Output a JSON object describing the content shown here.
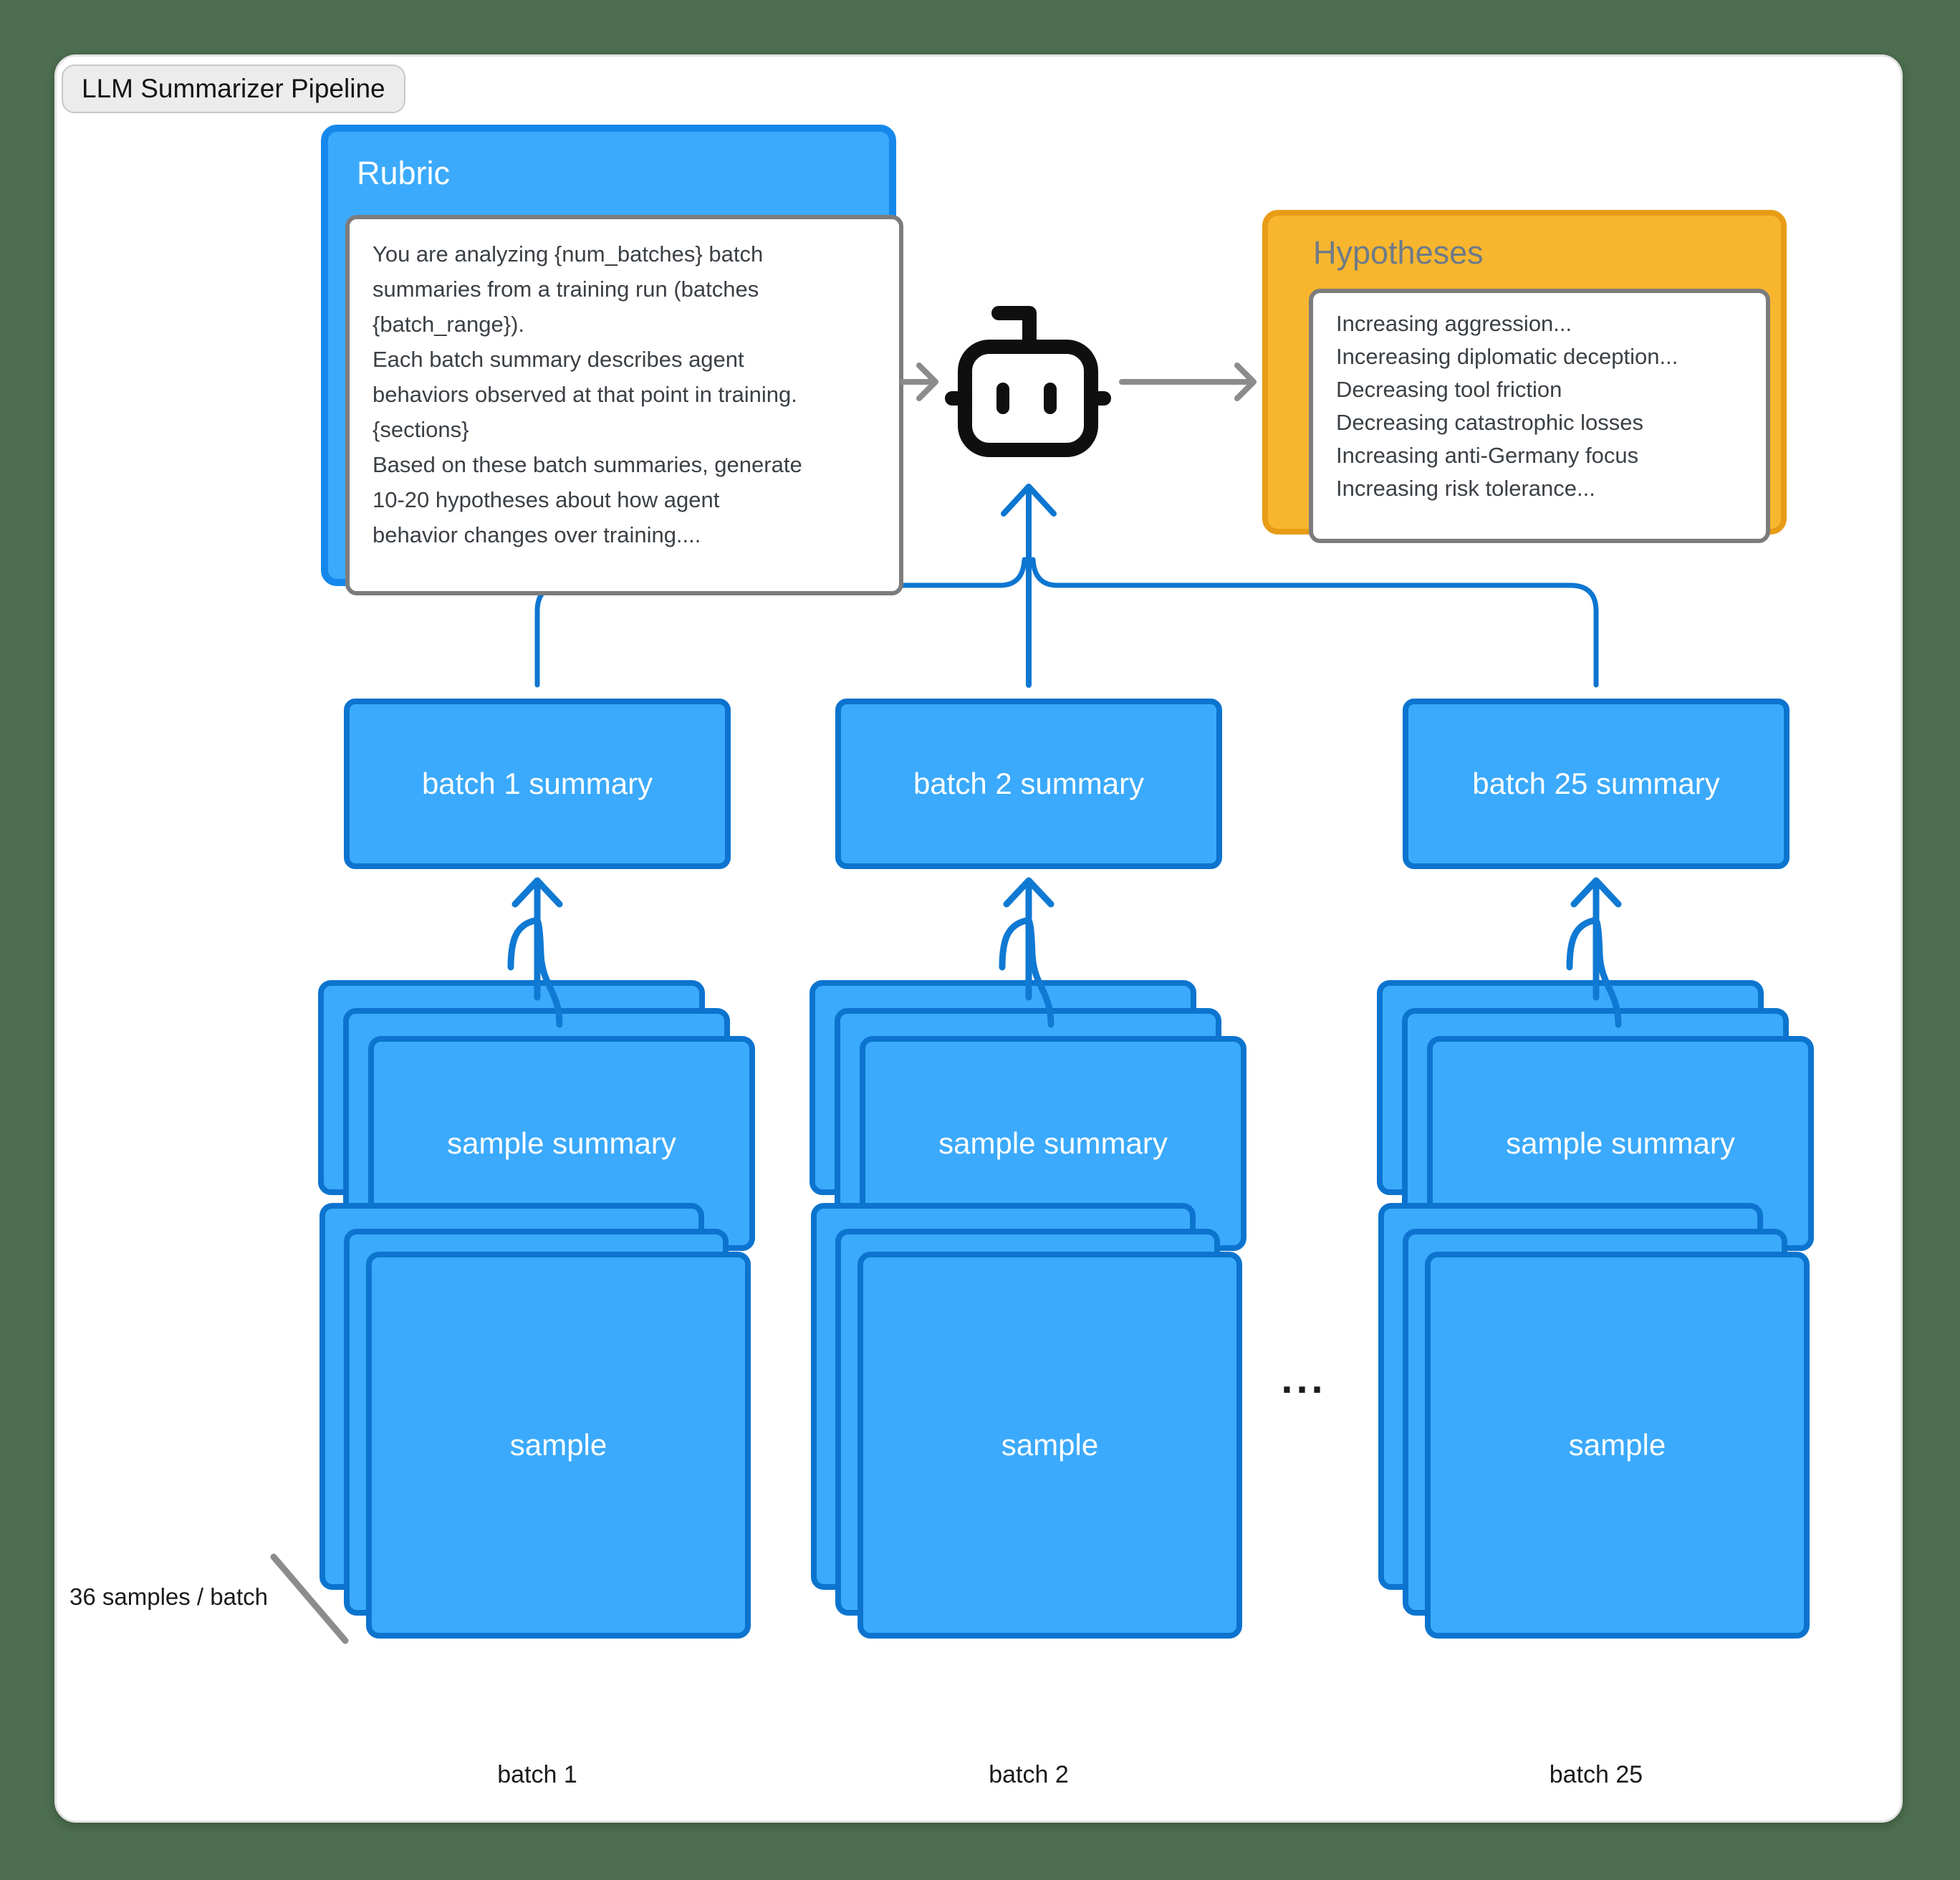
{
  "badge": {
    "label": "LLM Summarizer Pipeline"
  },
  "rubric": {
    "title": "Rubric",
    "lines": [
      "You are analyzing {num_batches} batch",
      "summaries from a training run (batches",
      "{batch_range}).",
      "Each batch summary describes agent",
      "behaviors observed at that point in training.",
      "{sections}",
      "Based on these batch summaries, generate",
      "10-20 hypotheses about how agent",
      "behavior changes over training...."
    ]
  },
  "hypotheses": {
    "title": "Hypotheses",
    "lines": [
      "Increasing aggression...",
      "Incereasing diplomatic deception...",
      "Decreasing tool friction",
      "Decreasing catastrophic losses",
      "Increasing anti-Germany focus",
      "Increasing risk tolerance..."
    ]
  },
  "columns": [
    {
      "summary_label": "batch 1 summary",
      "sample_summary_label": "sample summary",
      "sample_label": "sample",
      "axis_label": "batch 1"
    },
    {
      "summary_label": "batch 2 summary",
      "sample_summary_label": "sample summary",
      "sample_label": "sample",
      "axis_label": "batch 2"
    },
    {
      "summary_label": "batch 25 summary",
      "sample_summary_label": "sample summary",
      "sample_label": "sample",
      "axis_label": "batch 25"
    }
  ],
  "annotations": {
    "samples_per_batch": "36 samples / batch",
    "ellipsis": "..."
  },
  "icons": {
    "robot": "robot-icon"
  },
  "colors": {
    "canvas-green": "#4D6F50",
    "accent-blue": "#3BAAFC",
    "blue-border": "#0C74CF",
    "rubric-border": "#1688EC",
    "line-blue": "#0D76D1",
    "fork-blue": "#1079D3",
    "amber": "#F8B62F",
    "amber-border": "#E89C15",
    "panel-border": "#7C7C7C",
    "arrow-gray": "#8C8C8C",
    "text-dark": "#3B4045"
  }
}
